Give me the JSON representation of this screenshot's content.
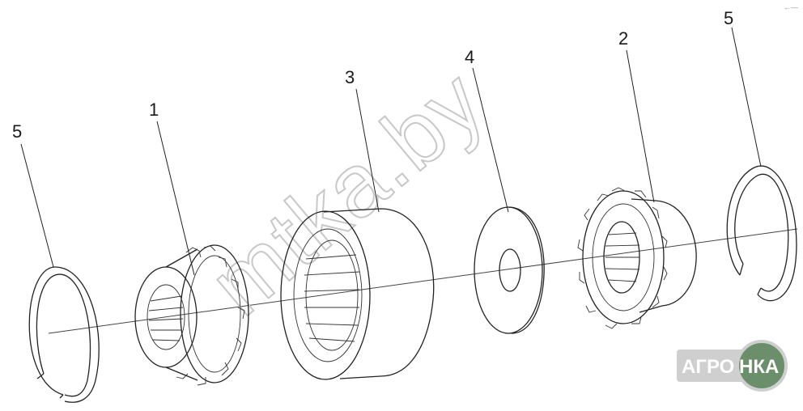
{
  "callouts": {
    "c5_left": "5",
    "c1": "1",
    "c3": "3",
    "c4": "4",
    "c2": "2",
    "c5_right": "5"
  },
  "watermark": "mtka.by",
  "logo": {
    "part1": "АГРО",
    "part2": "НКА",
    "bg_color": "#cfcfcf",
    "badge_color": "#6a8f6a"
  },
  "corner_mark": "←—"
}
